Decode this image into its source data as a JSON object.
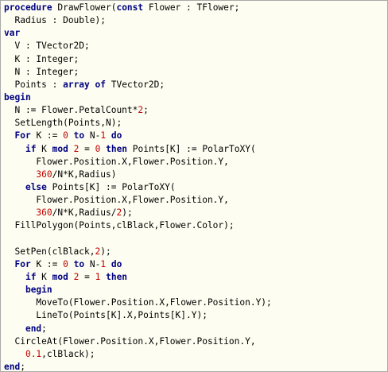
{
  "code": {
    "language": "Pascal",
    "lines": [
      [
        {
          "t": "procedure",
          "k": "kw"
        },
        {
          "t": " DrawFlower(",
          "k": "tx"
        },
        {
          "t": "const",
          "k": "kw"
        },
        {
          "t": " Flower : TFlower;",
          "k": "tx"
        }
      ],
      [
        {
          "t": "  Radius : Double);",
          "k": "tx"
        }
      ],
      [
        {
          "t": "var",
          "k": "kw"
        }
      ],
      [
        {
          "t": "  V : TVector2D;",
          "k": "tx"
        }
      ],
      [
        {
          "t": "  K : Integer;",
          "k": "tx"
        }
      ],
      [
        {
          "t": "  N : Integer;",
          "k": "tx"
        }
      ],
      [
        {
          "t": "  Points : ",
          "k": "tx"
        },
        {
          "t": "array",
          "k": "kw"
        },
        {
          "t": " ",
          "k": "tx"
        },
        {
          "t": "of",
          "k": "kw"
        },
        {
          "t": " TVector2D;",
          "k": "tx"
        }
      ],
      [
        {
          "t": "begin",
          "k": "kw"
        }
      ],
      [
        {
          "t": "  N := Flower.PetalCount*",
          "k": "tx"
        },
        {
          "t": "2",
          "k": "num"
        },
        {
          "t": ";",
          "k": "tx"
        }
      ],
      [
        {
          "t": "  SetLength(Points,N);",
          "k": "tx"
        }
      ],
      [
        {
          "t": "  ",
          "k": "tx"
        },
        {
          "t": "For",
          "k": "kw"
        },
        {
          "t": " K := ",
          "k": "tx"
        },
        {
          "t": "0",
          "k": "num"
        },
        {
          "t": " ",
          "k": "tx"
        },
        {
          "t": "to",
          "k": "kw"
        },
        {
          "t": " N-",
          "k": "tx"
        },
        {
          "t": "1",
          "k": "num"
        },
        {
          "t": " ",
          "k": "tx"
        },
        {
          "t": "do",
          "k": "kw"
        }
      ],
      [
        {
          "t": "    ",
          "k": "tx"
        },
        {
          "t": "if",
          "k": "kw"
        },
        {
          "t": " K ",
          "k": "tx"
        },
        {
          "t": "mod",
          "k": "kw"
        },
        {
          "t": " ",
          "k": "tx"
        },
        {
          "t": "2",
          "k": "num"
        },
        {
          "t": " = ",
          "k": "tx"
        },
        {
          "t": "0",
          "k": "num"
        },
        {
          "t": " ",
          "k": "tx"
        },
        {
          "t": "then",
          "k": "kw"
        },
        {
          "t": " Points[K] := PolarToXY(",
          "k": "tx"
        }
      ],
      [
        {
          "t": "      Flower.Position.X,Flower.Position.Y,",
          "k": "tx"
        }
      ],
      [
        {
          "t": "      ",
          "k": "tx"
        },
        {
          "t": "360",
          "k": "num"
        },
        {
          "t": "/N*K,Radius)",
          "k": "tx"
        }
      ],
      [
        {
          "t": "    ",
          "k": "tx"
        },
        {
          "t": "else",
          "k": "kw"
        },
        {
          "t": " Points[K] := PolarToXY(",
          "k": "tx"
        }
      ],
      [
        {
          "t": "      Flower.Position.X,Flower.Position.Y,",
          "k": "tx"
        }
      ],
      [
        {
          "t": "      ",
          "k": "tx"
        },
        {
          "t": "360",
          "k": "num"
        },
        {
          "t": "/N*K,Radius/",
          "k": "tx"
        },
        {
          "t": "2",
          "k": "num"
        },
        {
          "t": ");",
          "k": "tx"
        }
      ],
      [
        {
          "t": "  FillPolygon(Points,clBlack,Flower.Color);",
          "k": "tx"
        }
      ],
      [
        {
          "t": "",
          "k": "tx"
        }
      ],
      [
        {
          "t": "  SetPen(clBlack,",
          "k": "tx"
        },
        {
          "t": "2",
          "k": "num"
        },
        {
          "t": ");",
          "k": "tx"
        }
      ],
      [
        {
          "t": "  ",
          "k": "tx"
        },
        {
          "t": "For",
          "k": "kw"
        },
        {
          "t": " K := ",
          "k": "tx"
        },
        {
          "t": "0",
          "k": "num"
        },
        {
          "t": " ",
          "k": "tx"
        },
        {
          "t": "to",
          "k": "kw"
        },
        {
          "t": " N-",
          "k": "tx"
        },
        {
          "t": "1",
          "k": "num"
        },
        {
          "t": " ",
          "k": "tx"
        },
        {
          "t": "do",
          "k": "kw"
        }
      ],
      [
        {
          "t": "    ",
          "k": "tx"
        },
        {
          "t": "if",
          "k": "kw"
        },
        {
          "t": " K ",
          "k": "tx"
        },
        {
          "t": "mod",
          "k": "kw"
        },
        {
          "t": " ",
          "k": "tx"
        },
        {
          "t": "2",
          "k": "num"
        },
        {
          "t": " = ",
          "k": "tx"
        },
        {
          "t": "1",
          "k": "num"
        },
        {
          "t": " ",
          "k": "tx"
        },
        {
          "t": "then",
          "k": "kw"
        }
      ],
      [
        {
          "t": "    ",
          "k": "tx"
        },
        {
          "t": "begin",
          "k": "kw"
        }
      ],
      [
        {
          "t": "      MoveTo(Flower.Position.X,Flower.Position.Y);",
          "k": "tx"
        }
      ],
      [
        {
          "t": "      LineTo(Points[K].X,Points[K].Y);",
          "k": "tx"
        }
      ],
      [
        {
          "t": "    ",
          "k": "tx"
        },
        {
          "t": "end",
          "k": "kw"
        },
        {
          "t": ";",
          "k": "tx"
        }
      ],
      [
        {
          "t": "  CircleAt(Flower.Position.X,Flower.Position.Y,",
          "k": "tx"
        }
      ],
      [
        {
          "t": "    ",
          "k": "tx"
        },
        {
          "t": "0.1",
          "k": "num"
        },
        {
          "t": ",clBlack);",
          "k": "tx"
        }
      ],
      [
        {
          "t": "end",
          "k": "kw"
        },
        {
          "t": ";",
          "k": "tx"
        }
      ]
    ]
  },
  "colors": {
    "background": "#fdfef1",
    "border": "#a9a9a9",
    "keyword": "#000080",
    "number": "#c00000",
    "text": "#000000"
  }
}
